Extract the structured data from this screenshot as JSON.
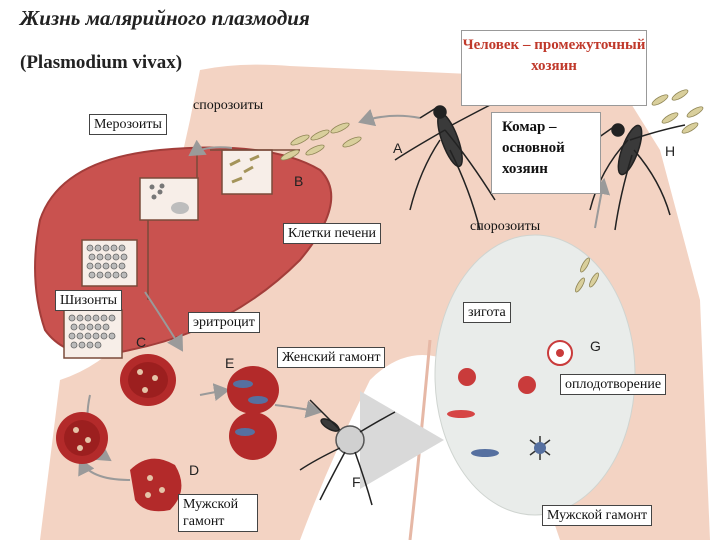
{
  "title": "Жизнь малярийного плазмодия",
  "subtitle": "(Plasmodium vivax)",
  "labels": {
    "human_host": "Человек – промежуточный хозяин",
    "mosquito_host": "Комар – основной хозяин",
    "sporozoites_top": "спорозоиты",
    "merozoites": "Мерозоиты",
    "liver_cells": "Клетки печени",
    "schizonts": "Шизонты",
    "erythrocyte": "эритроцит",
    "female_gamont": "Женский гамонт",
    "male_gamont_left": "Мужской гамонт",
    "sporozoites_right": "спорозоиты",
    "zygote": "зигота",
    "fertilization": "оплодотворение",
    "male_gamont_right": "Мужской гамонт"
  },
  "stage_letters": {
    "A": "A",
    "B": "B",
    "C": "C",
    "D": "D",
    "E": "E",
    "F": "F",
    "G": "G",
    "H": "H"
  },
  "colors": {
    "skin": "#f3d3c3",
    "liver": "#c9524f",
    "blood_cell": "#b32a2a",
    "gut_circle": "#e9ecea",
    "host_text": "#c0392b"
  }
}
